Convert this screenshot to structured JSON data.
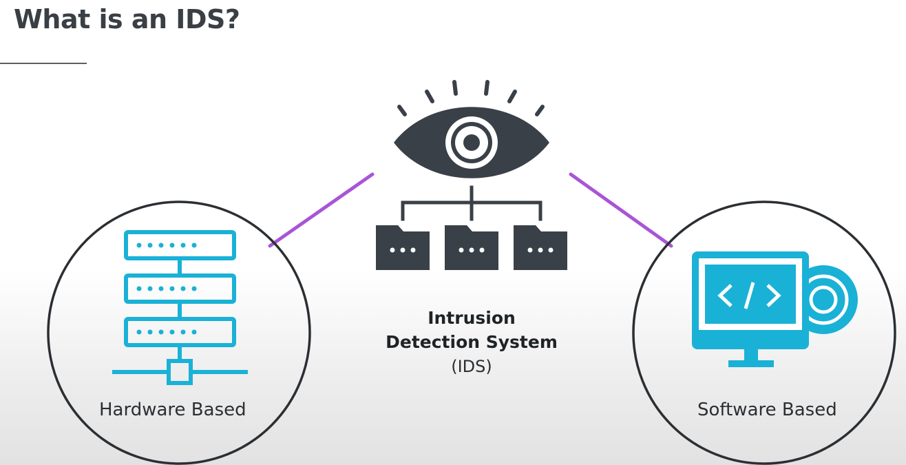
{
  "slide": {
    "title": "What is an IDS?"
  },
  "center": {
    "line1": "Intrusion",
    "line2": "Detection System",
    "line3": "(IDS)",
    "icon": "eye-with-folders-icon"
  },
  "left_node": {
    "label": "Hardware Based",
    "icon": "server-rack-icon"
  },
  "right_node": {
    "label": "Software Based",
    "icon": "monitor-code-disc-icon"
  },
  "colors": {
    "title": "#3a3f45",
    "icon_dark": "#3a4047",
    "icon_blue": "#1ab1d6",
    "connector": "#a855d6",
    "circle_stroke": "#2b2f33"
  }
}
